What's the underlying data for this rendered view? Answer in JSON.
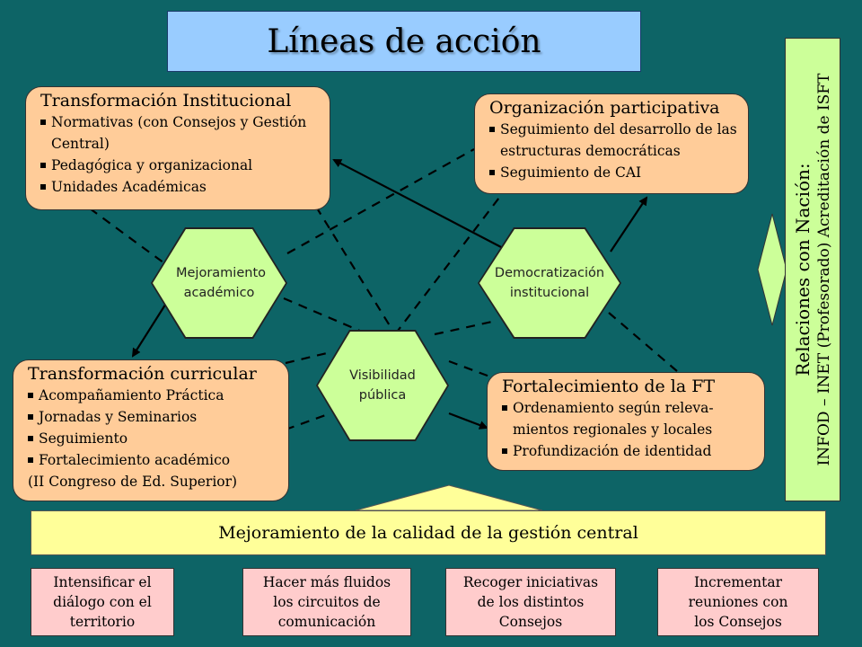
{
  "title": "Líneas de acción",
  "boxes": {
    "institucional": {
      "heading": "Transformación Institucional",
      "items": [
        "Normativas (con Consejos y Gestión Central)",
        "Pedagógica y organizacional",
        "Unidades Académicas"
      ]
    },
    "participativa": {
      "heading": "Organización participativa",
      "items": [
        "Seguimiento del desarrollo de las estructuras democráticas",
        "Seguimiento de CAI"
      ]
    },
    "curricular": {
      "heading": "Transformación curricular",
      "items": [
        "Acompañamiento Práctica",
        "Jornadas y Seminarios",
        "Seguimiento",
        "Fortalecimiento académico",
        "(II Congreso de Ed. Superior)"
      ]
    },
    "ft": {
      "heading": "Fortalecimiento de la FT",
      "items": [
        "Ordenamiento según releva-mientos regionales y locales",
        "Profundización de identidad"
      ]
    }
  },
  "hexagons": {
    "mejoramiento": "Mejoramiento académico",
    "democratizacion": "Democratización institucional",
    "visibilidad": "Visibilidad pública"
  },
  "nacion": {
    "line1": "Relaciones con Nación:",
    "line2": "INFOD – INET (Profesorado) Acreditación de ISFT"
  },
  "gestion": "Mejoramiento de la calidad de la gestión central",
  "pink_boxes": [
    "Intensificar el\ndiálogo con el\nterritorio",
    "Hacer más fluidos\nlos circuitos de\ncomunicación",
    "Recoger iniciativas\nde los distintos\nConsejos",
    "Incrementar\nreuniones con\nlos Consejos"
  ],
  "colors": {
    "background": "#0d6466",
    "title_fill": "#99ccff",
    "orange_box": "#ffcc99",
    "hexagon": "#ccff99",
    "yellow_bar": "#ffff99",
    "pink_box": "#ffcccc"
  }
}
